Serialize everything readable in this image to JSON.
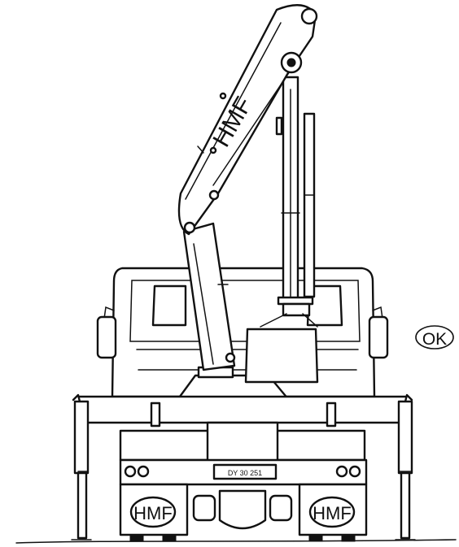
{
  "boom_brand": "HMF",
  "ok_mark": "OK",
  "license_plate": "DY 30 251",
  "mudflap_left_brand": "HMF",
  "mudflap_right_brand": "HMF",
  "colors": {
    "line": "#111111",
    "background": "#ffffff"
  }
}
